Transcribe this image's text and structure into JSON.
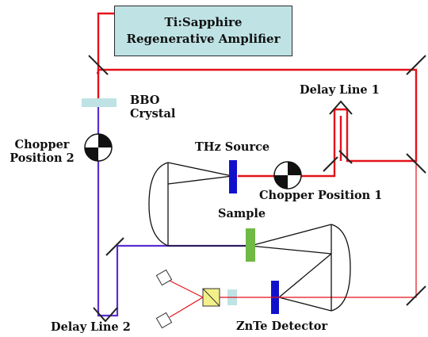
{
  "laser": {
    "line1": "Ti:Sapphire",
    "line2": "Regenerative Amplifier",
    "fill": "#bfe3e5"
  },
  "labels": {
    "bbo_line1": "BBO",
    "bbo_line2": "Crystal",
    "chopper2_line1": "Chopper",
    "chopper2_line2": "Position 2",
    "delay1": "Delay Line 1",
    "delay2": "Delay Line 2",
    "thz_source": "THz Source",
    "chopper1": "Chopper Position 1",
    "sample": "Sample",
    "detector": "ZnTe Detector"
  },
  "colors": {
    "pump_beam": "#e4121a",
    "probe_beam": "#e4121a",
    "blue_beam": "#5b2ed0",
    "thz_beam": "#111111",
    "source_and_detector": "#1111cc",
    "sample": "#6fb944",
    "crystal": "#bfe3e5",
    "polarizer": "#f3f08a"
  }
}
